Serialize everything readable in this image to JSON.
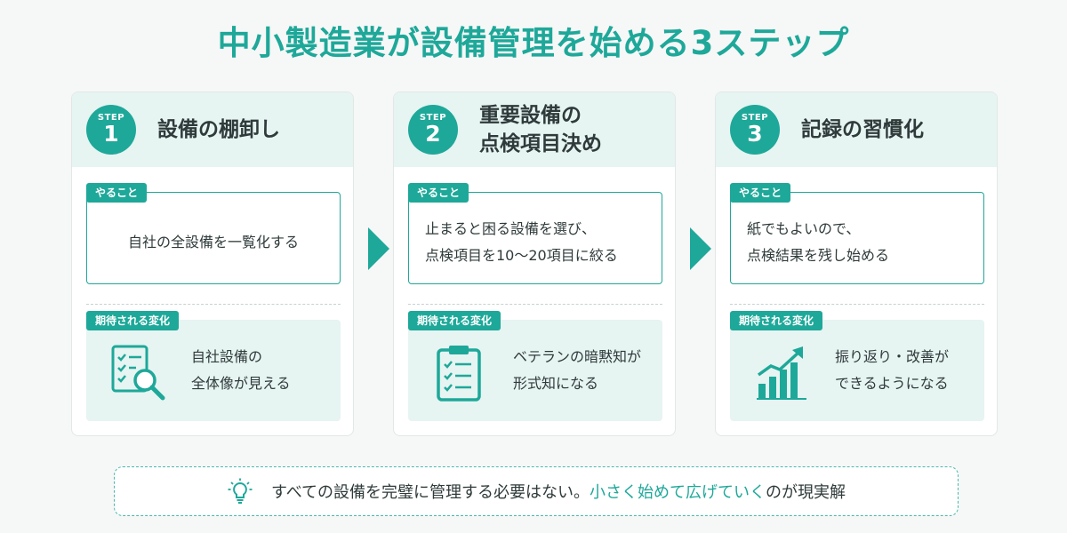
{
  "title": "中小製造業が設備管理を始める3ステップ",
  "step_word": "STEP",
  "todo_label": "やること",
  "change_label": "期待される変化",
  "steps": [
    {
      "number": "1",
      "title": "設備の棚卸し",
      "todo": "自社の全設備を一覧化する",
      "change": "自社設備の\n全体像が見える",
      "change_icon": "checklist-magnifier-icon"
    },
    {
      "number": "2",
      "title": "重要設備の\n点検項目決め",
      "todo": "止まると困る設備を選び、\n点検項目を10〜20項目に絞る",
      "change": "ベテランの暗黙知が\n形式知になる",
      "change_icon": "clipboard-checklist-icon"
    },
    {
      "number": "3",
      "title": "記録の習慣化",
      "todo": "紙でもよいので、\n点検結果を残し始める",
      "change": "振り返り・改善が\nできるようになる",
      "change_icon": "growth-chart-icon"
    }
  ],
  "footer": {
    "icon": "lightbulb-icon",
    "text_main": "すべての設備を完璧に管理する必要はない。",
    "text_accent": "小さく始めて広げていく",
    "text_end": "のが現実解"
  },
  "colors": {
    "accent": "#1ea899",
    "light": "#e6f4f2",
    "text": "#2f3a3a"
  }
}
